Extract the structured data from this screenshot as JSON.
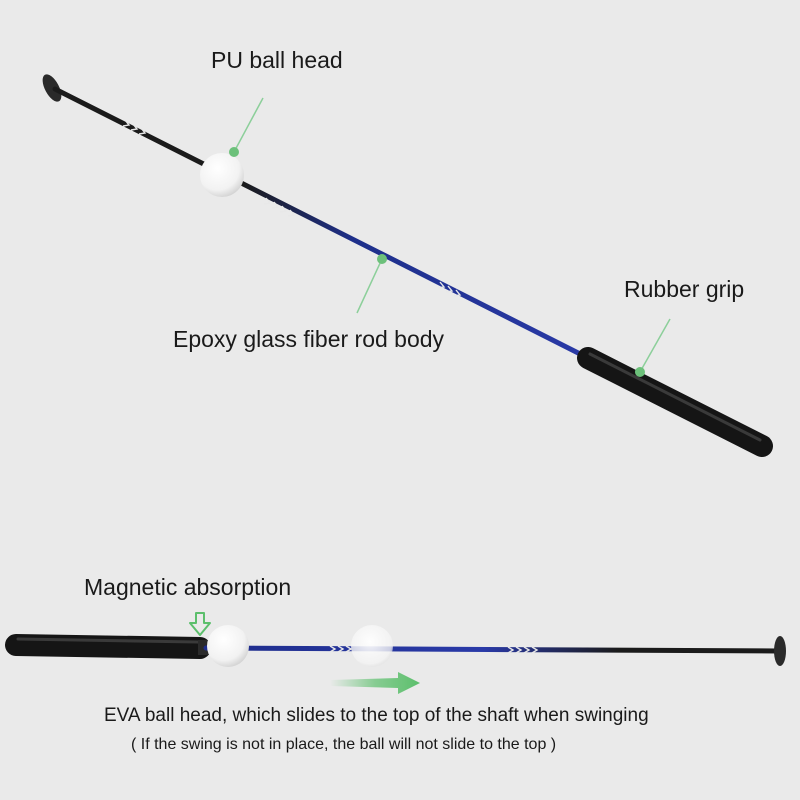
{
  "labels": {
    "pu_ball_head": "PU ball head",
    "rod_body": "Epoxy glass fiber rod body",
    "rubber_grip": "Rubber grip",
    "magnetic": "Magnetic absorption",
    "eva_caption": "EVA ball head, which slides to the top of the shaft when swinging",
    "eva_note": "( If the swing is not in place, the ball will not slide to the top )"
  },
  "colors": {
    "background": "#eaeaea",
    "leader": "#8ccf9a",
    "dot": "#6cc07a",
    "shaft_black": "#1b1b1b",
    "shaft_blue": "#23309a",
    "grip": "#151515",
    "arrow": "#5cbf6c"
  },
  "icons": {
    "magnet_arrow": "down-arrow-icon",
    "slide_arrow": "right-arrow-icon"
  }
}
